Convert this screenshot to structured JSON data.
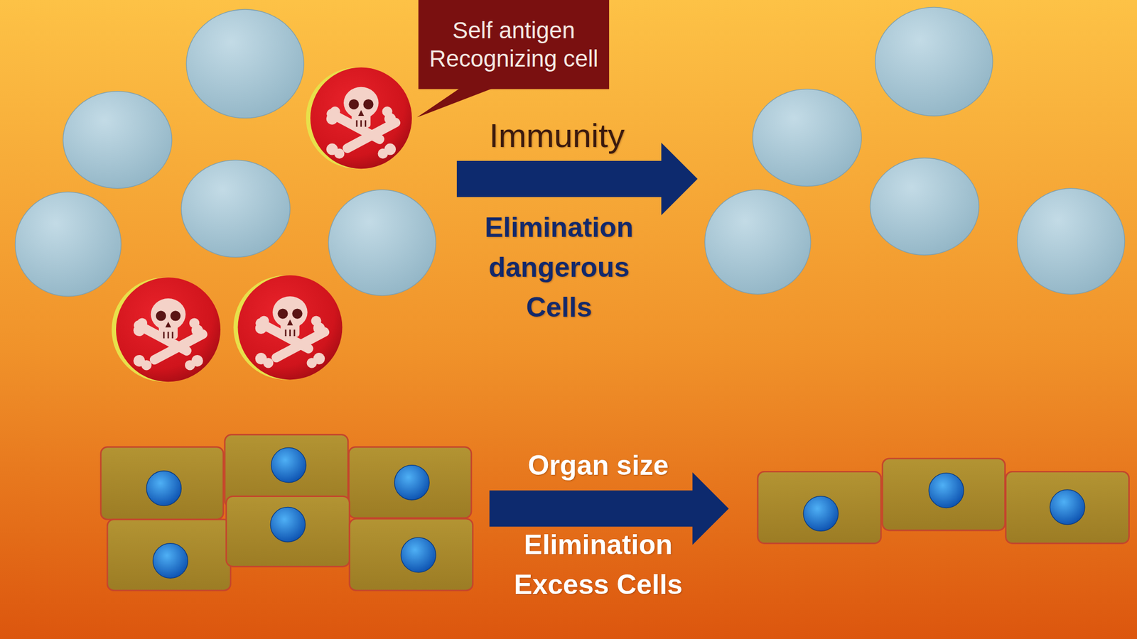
{
  "diagram": {
    "nodes": [
      {
        "text": [
          "Self antigen Recognizing cell"
        ]
      }
    ],
    "labels": [
      "Immunity",
      "Elimination dangerous Cells",
      "Organ size",
      "Elimination Excess Cells"
    ]
  }
}
